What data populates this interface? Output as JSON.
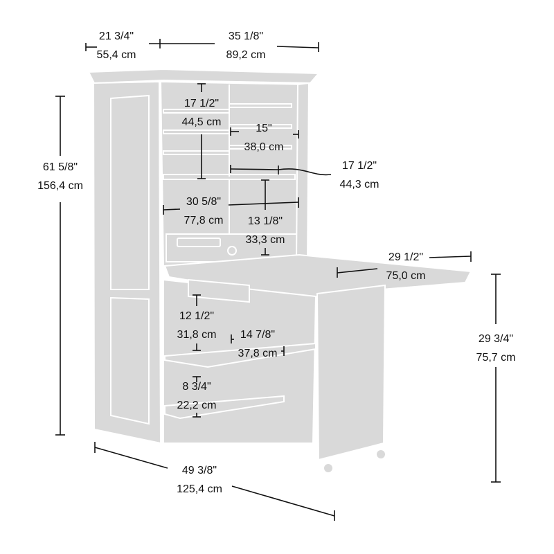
{
  "diagram": {
    "subject": "Craft armoire with fold-out work table",
    "colors": {
      "fill": "#d9d9d9",
      "edge": "#ffffff",
      "dimension_line": "#111111",
      "background": "#ffffff"
    },
    "dimensions": {
      "depth": {
        "in": "21 3/4\"",
        "cm": "55,4 cm"
      },
      "width": {
        "in": "35 1/8\"",
        "cm": "89,2 cm"
      },
      "height": {
        "in": "61 5/8\"",
        "cm": "156,4 cm"
      },
      "upper_shelf_h": {
        "in": "17 1/2\"",
        "cm": "44,5 cm"
      },
      "cubby_w": {
        "in": "15\"",
        "cm": "38,0 cm"
      },
      "cubby_depth": {
        "in": "17 1/2\"",
        "cm": "44,3 cm"
      },
      "interior_w": {
        "in": "30 5/8\"",
        "cm": "77,8 cm"
      },
      "middle_h": {
        "in": "13 1/8\"",
        "cm": "33,3 cm"
      },
      "table_ext": {
        "in": "29 1/2\"",
        "cm": "75,0 cm"
      },
      "table_h": {
        "in": "29 3/4\"",
        "cm": "75,7 cm"
      },
      "lower_upper_h": {
        "in": "12 1/2\"",
        "cm": "31,8 cm"
      },
      "lower_shelf_w": {
        "in": "14 7/8\"",
        "cm": "37,8 cm"
      },
      "lower_bottom_h": {
        "in": "8 3/4\"",
        "cm": "22,2 cm"
      },
      "overall_width": {
        "in": "49 3/8\"",
        "cm": "125,4 cm"
      }
    }
  }
}
